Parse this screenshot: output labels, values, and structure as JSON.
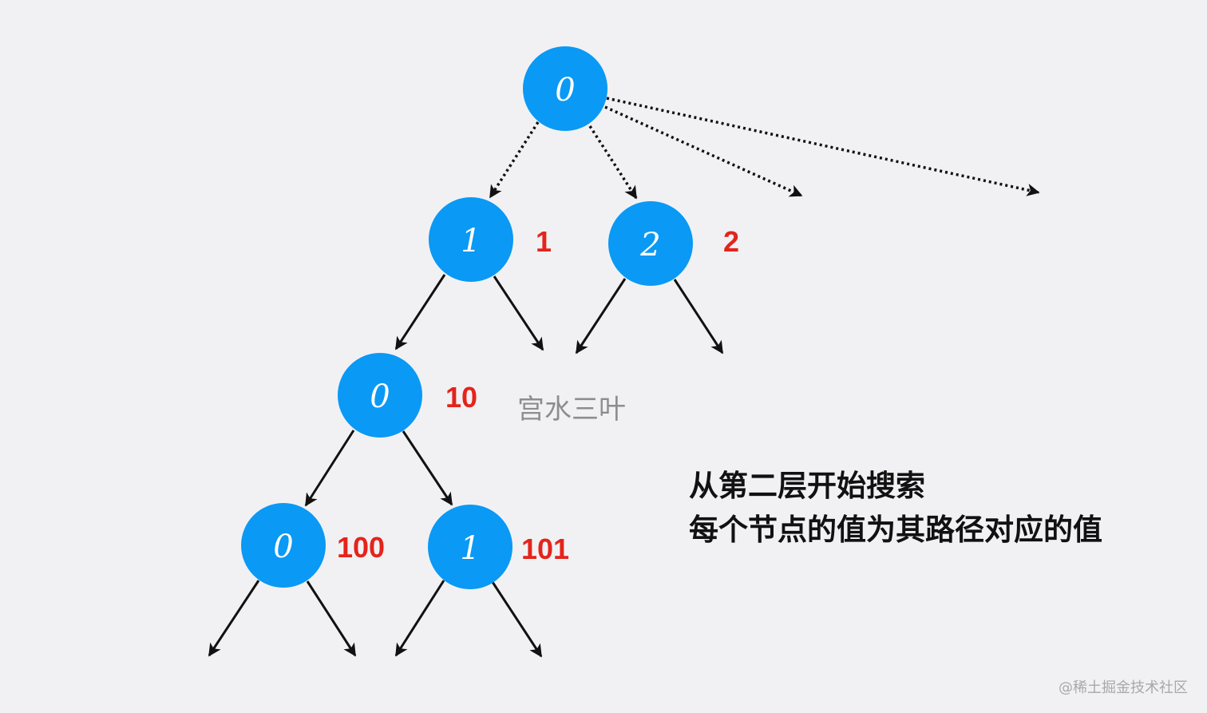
{
  "colors": {
    "node_fill": "#0a99f5",
    "node_text": "#ffffff",
    "value_text": "#e4241b",
    "edge": "#111111",
    "background": "#f1f1f4"
  },
  "nodes": [
    {
      "id": "root",
      "label": "0",
      "value": ""
    },
    {
      "id": "n1",
      "label": "1",
      "value": "1"
    },
    {
      "id": "n2",
      "label": "2",
      "value": "2"
    },
    {
      "id": "n10",
      "label": "0",
      "value": "10"
    },
    {
      "id": "n100",
      "label": "0",
      "value": "100"
    },
    {
      "id": "n101",
      "label": "1",
      "value": "101"
    }
  ],
  "edges": [
    {
      "from": "root",
      "to": "n1",
      "style": "dotted"
    },
    {
      "from": "root",
      "to": "n2",
      "style": "dotted"
    },
    {
      "from": "root",
      "to": "open-a",
      "style": "dotted"
    },
    {
      "from": "root",
      "to": "open-b",
      "style": "dotted"
    },
    {
      "from": "n1",
      "to": "n10",
      "style": "solid"
    },
    {
      "from": "n1",
      "to": "open-c",
      "style": "solid"
    },
    {
      "from": "n2",
      "to": "open-d",
      "style": "solid"
    },
    {
      "from": "n2",
      "to": "open-e",
      "style": "solid"
    },
    {
      "from": "n10",
      "to": "n100",
      "style": "solid"
    },
    {
      "from": "n10",
      "to": "n101",
      "style": "solid"
    },
    {
      "from": "n100",
      "to": "open-f",
      "style": "solid"
    },
    {
      "from": "n100",
      "to": "open-g",
      "style": "solid"
    },
    {
      "from": "n101",
      "to": "open-h",
      "style": "solid"
    },
    {
      "from": "n101",
      "to": "open-i",
      "style": "solid"
    }
  ],
  "author_mark": "宫水三叶",
  "notes": {
    "line1": "从第二层开始搜索",
    "line2": "每个节点的值为其路径对应的值"
  },
  "watermark": "@稀土掘金技术社区"
}
